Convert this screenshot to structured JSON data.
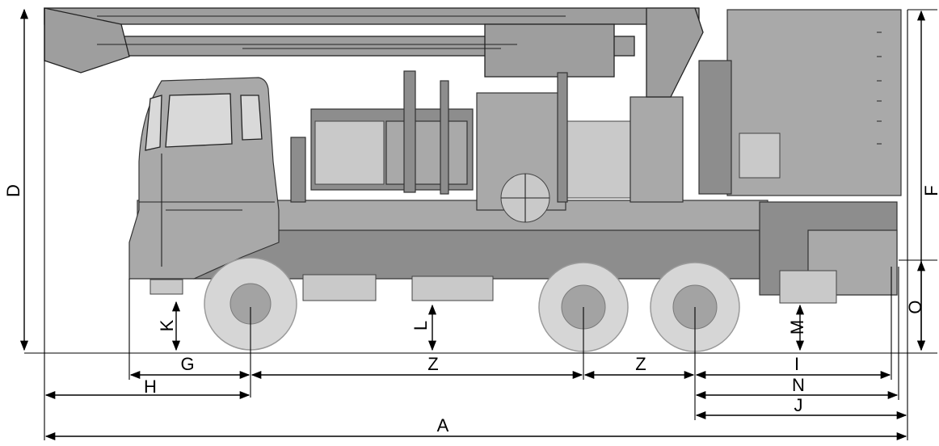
{
  "drawing": {
    "subject": "truck-mounted drilling rig side elevation",
    "palette": {
      "body": "#8d8d8d",
      "wheel": "#d6d6d6",
      "line": "#000000"
    }
  },
  "dimensions": {
    "A": "A",
    "D": "D",
    "F": "F",
    "G": "G",
    "H": "H",
    "I": "I",
    "J": "J",
    "K": "K",
    "L": "L",
    "M": "M",
    "N": "N",
    "O": "O",
    "Z1": "Z",
    "Z2": "Z"
  }
}
